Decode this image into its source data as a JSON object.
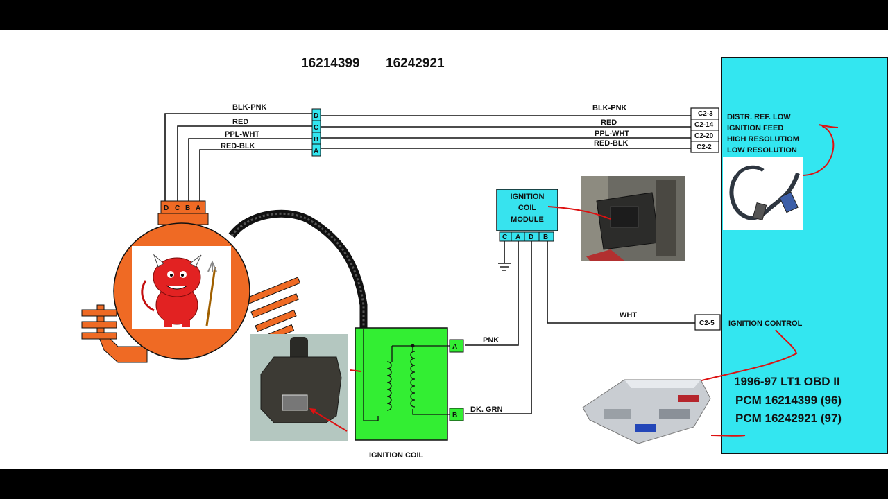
{
  "header": {
    "part_numbers": [
      "16214399",
      "16242921"
    ]
  },
  "harness_left": {
    "wires": [
      "BLK-PNK",
      "RED",
      "PPL-WHT",
      "RED-BLK"
    ],
    "inline_pins": [
      "D",
      "C",
      "B",
      "A"
    ]
  },
  "distributor": {
    "pins": [
      "D",
      "C",
      "B",
      "A"
    ]
  },
  "harness_right": {
    "wires": [
      "BLK-PNK",
      "RED",
      "PPL-WHT",
      "RED-BLK"
    ],
    "pcm_pins": [
      "C2-3",
      "C2-14",
      "C2-20",
      "C2-2"
    ],
    "pcm_labels": [
      "DISTR. REF. LOW",
      "IGNITION FEED",
      "HIGH RESOLUTIOM",
      "LOW RESOLUTION"
    ]
  },
  "icm": {
    "title_lines": [
      "IGNITION",
      "COIL",
      "MODULE"
    ],
    "pins": [
      "C",
      "A",
      "D",
      "B"
    ]
  },
  "control": {
    "wire": "WHT",
    "pin": "C2-5",
    "label": "IGNITION CONTROL"
  },
  "coil": {
    "label": "IGNITION COIL",
    "pins": [
      "A",
      "B"
    ],
    "wires": [
      "PNK",
      "DK. GRN"
    ]
  },
  "pcm_info": [
    "1996-97 LT1 OBD II",
    "PCM 16214399 (96)",
    "PCM 16242921 (97)"
  ],
  "colors": {
    "pcm_panel": "#33e6f0",
    "coil_body": "#33ee33",
    "distributor": "#ef6a24",
    "icm_box": "#37e3ee",
    "annotation": "#dd1111"
  }
}
